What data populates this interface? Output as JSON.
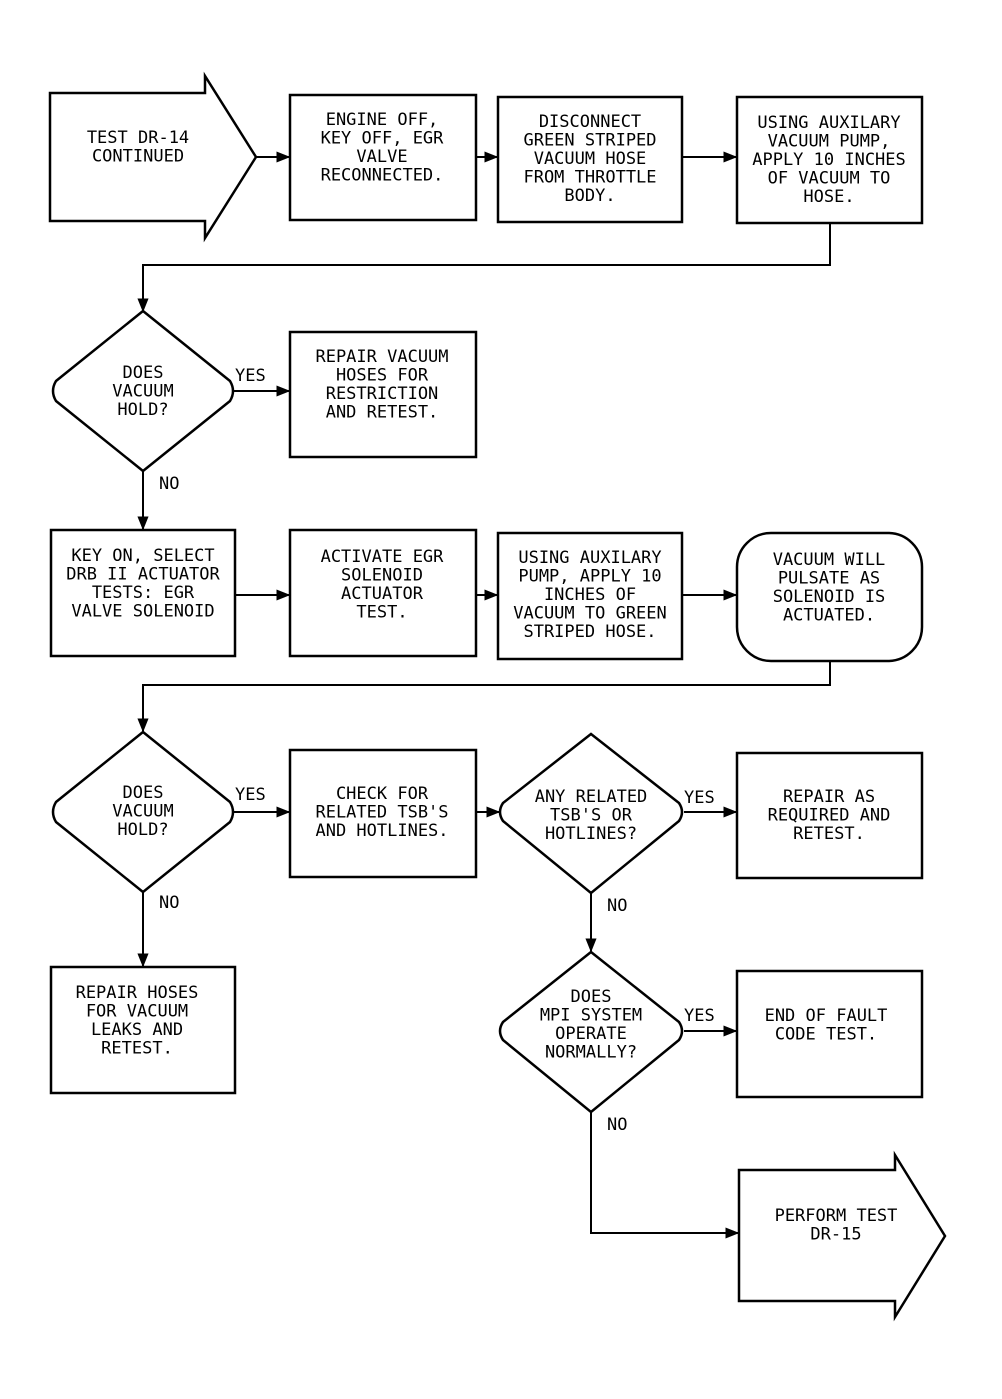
{
  "nodes": {
    "start": [
      "TEST DR-14",
      "CONTINUED"
    ],
    "engine_off": [
      "ENGINE OFF,",
      "KEY OFF, EGR",
      "VALVE",
      "RECONNECTED."
    ],
    "disconnect_hose": [
      "DISCONNECT",
      "GREEN STRIPED",
      "VACUUM HOSE",
      "FROM THROTTLE",
      "BODY."
    ],
    "apply_vacuum": [
      "USING AUXILARY",
      "VACUUM PUMP,",
      "APPLY 10 INCHES",
      "OF VACUUM TO",
      "HOSE."
    ],
    "does_vacuum_hold_1": [
      "DOES",
      "VACUUM",
      "HOLD?"
    ],
    "repair_restriction": [
      "REPAIR VACUUM",
      "HOSES FOR",
      "RESTRICTION",
      "AND RETEST."
    ],
    "key_on_select": [
      "KEY ON, SELECT",
      "DRB II ACTUATOR",
      "TESTS: EGR",
      "VALVE SOLENOID"
    ],
    "activate_egr": [
      "ACTIVATE EGR",
      "SOLENOID",
      "ACTUATOR",
      "TEST."
    ],
    "apply_green_hose": [
      "USING AUXILARY",
      "PUMP, APPLY 10",
      "INCHES OF",
      "VACUUM TO GREEN",
      "STRIPED HOSE."
    ],
    "vacuum_pulsate": [
      "VACUUM WILL",
      "PULSATE AS",
      "SOLENOID IS",
      "ACTUATED."
    ],
    "does_vacuum_hold_2": [
      "DOES",
      "VACUUM",
      "HOLD?"
    ],
    "check_tsb": [
      "CHECK FOR",
      "RELATED TSB'S",
      "AND HOTLINES."
    ],
    "any_related_tsb": [
      "ANY RELATED",
      "TSB'S OR",
      "HOTLINES?"
    ],
    "repair_as_required": [
      "REPAIR AS",
      "REQUIRED AND",
      "RETEST."
    ],
    "repair_leaks": [
      "REPAIR HOSES",
      "FOR VACUUM",
      "LEAKS AND",
      "RETEST."
    ],
    "mpi_normal": [
      "DOES",
      "MPI SYSTEM",
      "OPERATE",
      "NORMALLY?"
    ],
    "end_test": [
      "END OF FAULT",
      "CODE TEST."
    ],
    "perform_dr15": [
      "PERFORM TEST",
      "DR-15"
    ]
  },
  "edge_labels": {
    "yes": "YES",
    "no": "NO"
  }
}
